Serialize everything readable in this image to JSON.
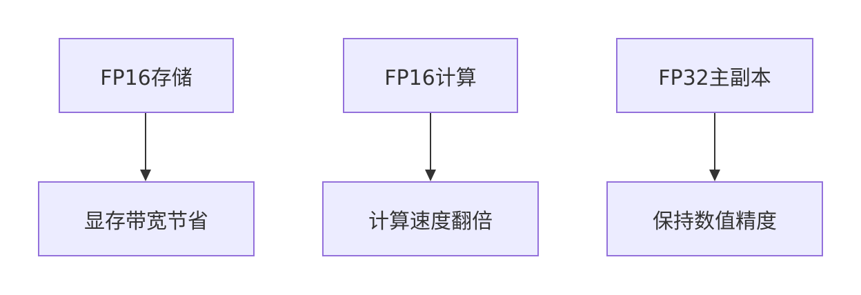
{
  "columns": [
    {
      "top": {
        "label": "FP16存储"
      },
      "bottom": {
        "label": "显存带宽节省"
      }
    },
    {
      "top": {
        "label": "FP16计算"
      },
      "bottom": {
        "label": "计算速度翻倍"
      }
    },
    {
      "top": {
        "label": "FP32主副本"
      },
      "bottom": {
        "label": "保持数值精度"
      }
    }
  ],
  "colors": {
    "node_fill": "#ececff",
    "node_border": "#9370db",
    "edge": "#333333",
    "text": "#333333"
  }
}
